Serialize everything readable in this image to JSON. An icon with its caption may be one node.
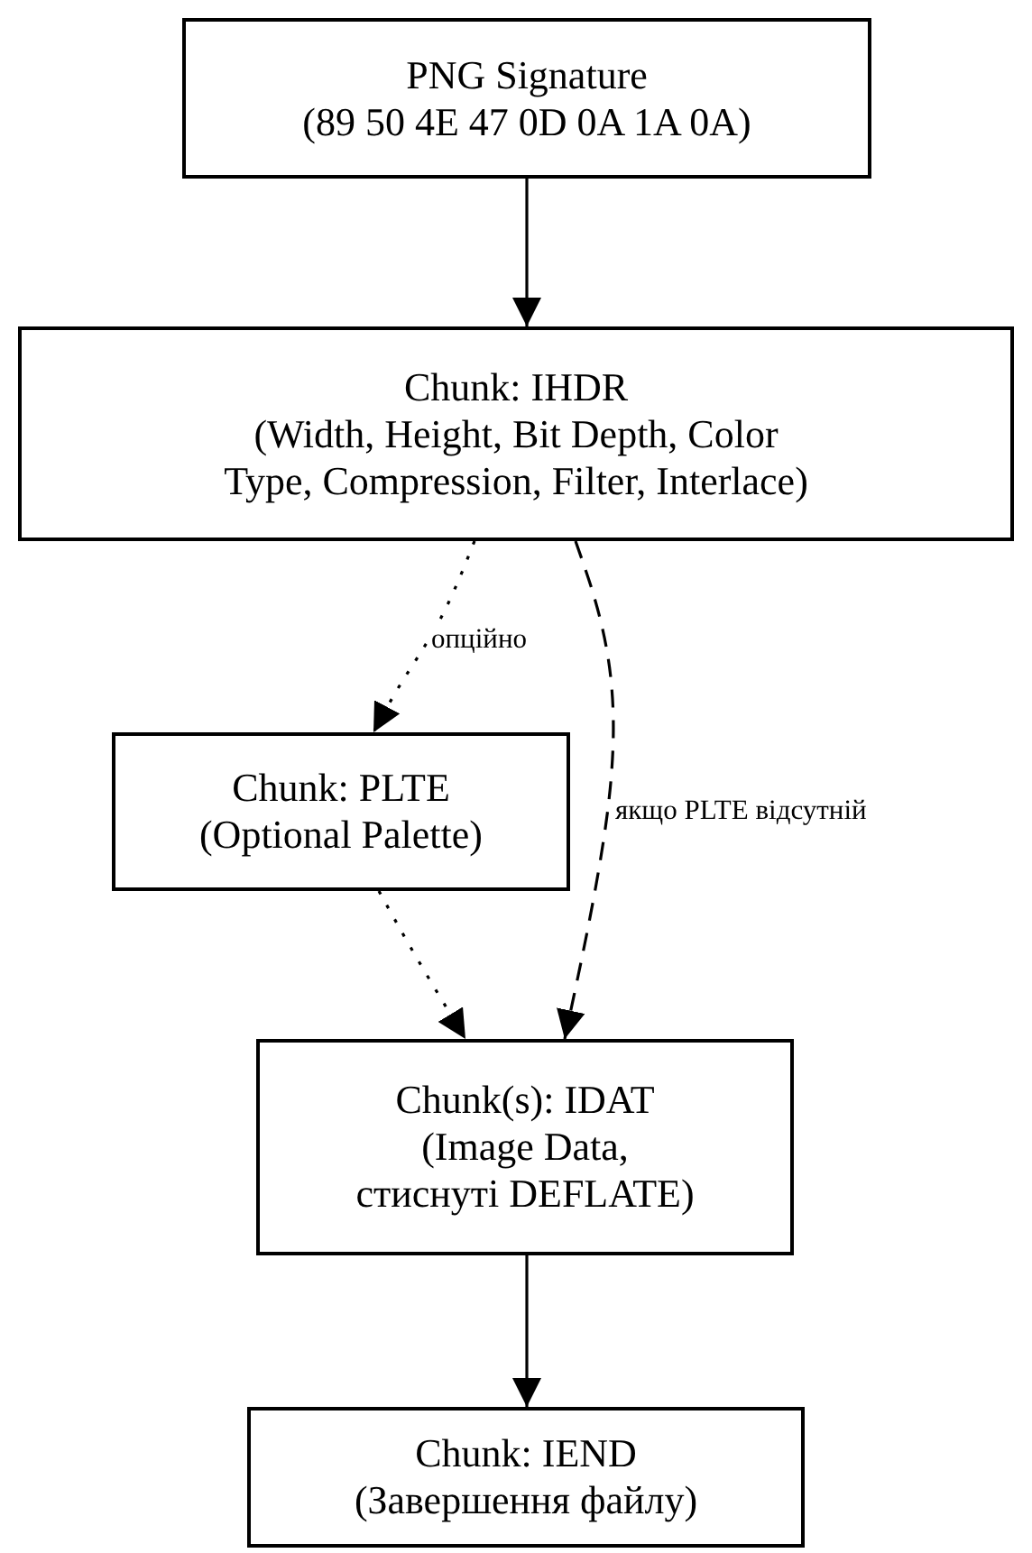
{
  "diagram": {
    "nodes": [
      {
        "text": [
          "PNG Signature",
          "(89 50 4E 47 0D 0A 1A 0A)"
        ]
      },
      {
        "text": [
          "Chunk: IHDR",
          "(Width, Height, Bit Depth, Color Type, Compression, Filter, Interlace)"
        ]
      },
      {
        "text": [
          "Chunk: PLTE",
          "(Optional Palette)"
        ]
      },
      {
        "text": [
          "Chunk(s): IDAT",
          "(Image Data, стиснуті DEFLATE)"
        ]
      },
      {
        "text": [
          "Chunk: IEND",
          "(Завершення файлу)"
        ]
      }
    ],
    "edges": [
      {
        "from": 0,
        "to": 1,
        "arrow": "to"
      },
      {
        "from": 1,
        "to": 2,
        "arrow": "to",
        "label": "опційно",
        "style": "dashed"
      },
      {
        "from": 2,
        "to": 3,
        "arrow": "to",
        "style": "dashed"
      },
      {
        "from": 1,
        "to": 3,
        "arrow": "to",
        "label": "якщо PLTE відсутній",
        "style": "dashed"
      },
      {
        "from": 3,
        "to": 4,
        "arrow": "to"
      }
    ]
  }
}
